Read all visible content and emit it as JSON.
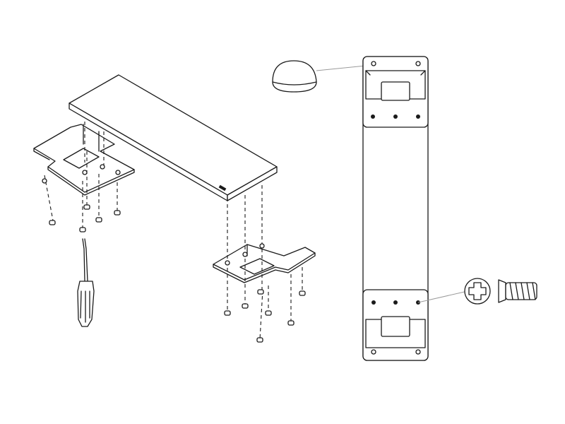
{
  "diagram": {
    "line_color": "#1a1a1a",
    "leader_color": "#9a9a9a",
    "background": "#ffffff",
    "parts": [
      {
        "id": "wooden-seat-board",
        "icon": "plank"
      },
      {
        "id": "left-mounting-bracket",
        "icon": "bracket"
      },
      {
        "id": "right-mounting-bracket",
        "icon": "bracket"
      },
      {
        "id": "screwdriver",
        "icon": "screwdriver"
      },
      {
        "id": "rubber-bumper",
        "icon": "dome"
      },
      {
        "id": "mounting-rail",
        "icon": "rail"
      },
      {
        "id": "screw-head",
        "icon": "phillips-head"
      },
      {
        "id": "screw-side",
        "icon": "threaded-screw"
      }
    ]
  }
}
